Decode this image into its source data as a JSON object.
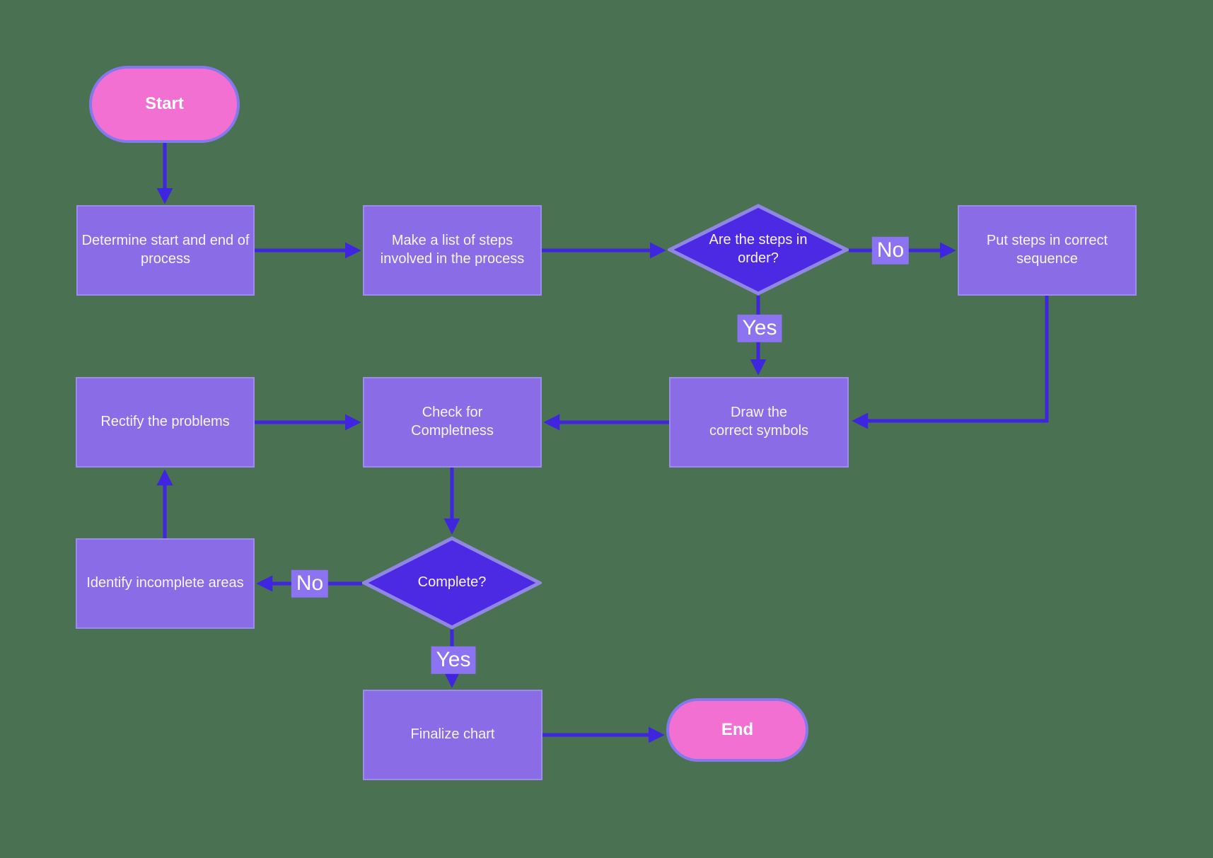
{
  "flowchart": {
    "background_color": "#4a7152",
    "colors": {
      "process_fill": "#8a6de6",
      "process_border": "#9d8cee",
      "decision_fill": "#4c2ae4",
      "decision_border": "#9087e2",
      "terminator_fill": "#f170d2",
      "terminator_border": "#8478ee",
      "arrow": "#3f24e0",
      "edge_label_bg": "#8b73f2",
      "text": "#f7f4f6"
    },
    "nodes": [
      {
        "id": "start",
        "type": "terminator",
        "label": "Start"
      },
      {
        "id": "determine-start-end",
        "type": "process",
        "label": "Determine start and end of\nprocess"
      },
      {
        "id": "make-list-of-steps",
        "type": "process",
        "label": "Make a list of steps\ninvolved in the process"
      },
      {
        "id": "are-steps-in-order",
        "type": "decision",
        "label": "Are the steps in\norder?"
      },
      {
        "id": "put-steps-in-sequence",
        "type": "process",
        "label": "Put steps in correct\nsequence"
      },
      {
        "id": "draw-correct-symbols",
        "type": "process",
        "label": "Draw the\ncorrect symbols"
      },
      {
        "id": "check-for-completeness",
        "type": "process",
        "label": "Check for\nCompletness"
      },
      {
        "id": "rectify-problems",
        "type": "process",
        "label": "Rectify the problems"
      },
      {
        "id": "identify-incomplete-areas",
        "type": "process",
        "label": "Identify incomplete areas"
      },
      {
        "id": "complete-decision",
        "type": "decision",
        "label": "Complete?"
      },
      {
        "id": "finalize-chart",
        "type": "process",
        "label": "Finalize chart"
      },
      {
        "id": "end",
        "type": "terminator",
        "label": "End"
      }
    ],
    "edge_labels": [
      {
        "id": "order-no",
        "label": "No"
      },
      {
        "id": "order-yes",
        "label": "Yes"
      },
      {
        "id": "complete-no",
        "label": "No"
      },
      {
        "id": "complete-yes",
        "label": "Yes"
      }
    ]
  }
}
